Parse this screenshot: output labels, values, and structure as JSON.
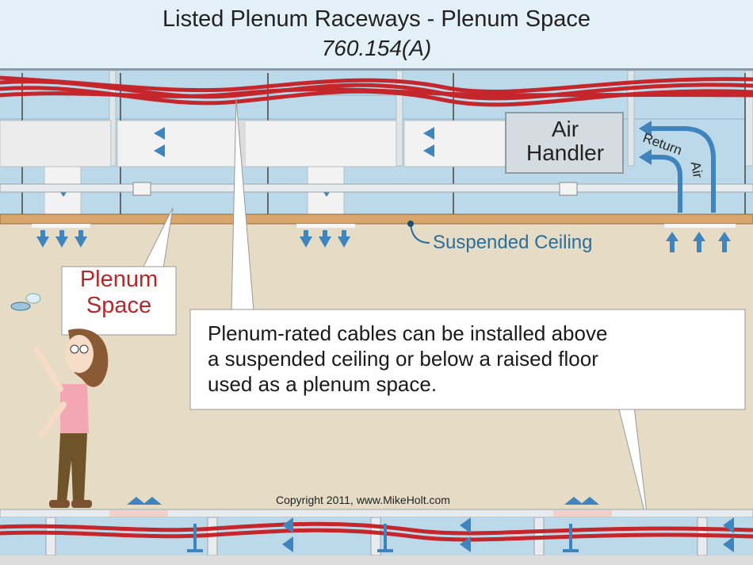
{
  "title": "Listed Plenum Raceways - Plenum Space",
  "subtitle": "760.154(A)",
  "callout": {
    "line1": "Plenum-rated cables can be installed above",
    "line2": "a suspended ceiling or below a raised floor",
    "line3": "used as a plenum space."
  },
  "plenum_label": {
    "line1": "Plenum",
    "line2": "Space"
  },
  "ceiling_label": "Suspended Ceiling",
  "air_handler": {
    "line1": "Air",
    "line2": "Handler"
  },
  "return_air": {
    "return": "Return",
    "air": "Air"
  },
  "copyright": "Copyright 2011, www.MikeHolt.com",
  "colors": {
    "cable": "#c4262b",
    "airflow_arrow": "#3f84bd",
    "plenum_bg": "#bcd9e9",
    "room_wall": "#e6dcc6",
    "duct": "#ececec",
    "ceiling_tile": "#d8a56a"
  }
}
